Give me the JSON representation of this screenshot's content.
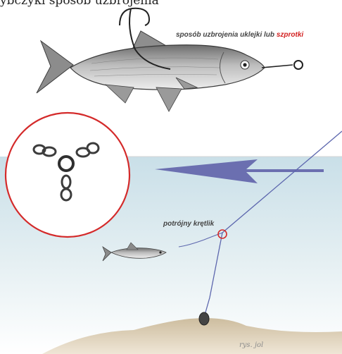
{
  "figure": {
    "caption_partial": "ybczyki sposób uzbrojenia",
    "rig_caption": "sposób uzbrojenia uklejki lub",
    "rig_caption_accent": "szprotki",
    "swivel_label": "potrójny krętlik",
    "signature": "rys. jol"
  },
  "colors": {
    "arrow": "#6b6fb0",
    "circle": "#d42a2a",
    "accent_text": "#d21f1f",
    "water_top": "#c8dfe7",
    "water_bottom": "#ffffff",
    "seabed": "#d9cbb4",
    "line": "#5d67ae"
  }
}
